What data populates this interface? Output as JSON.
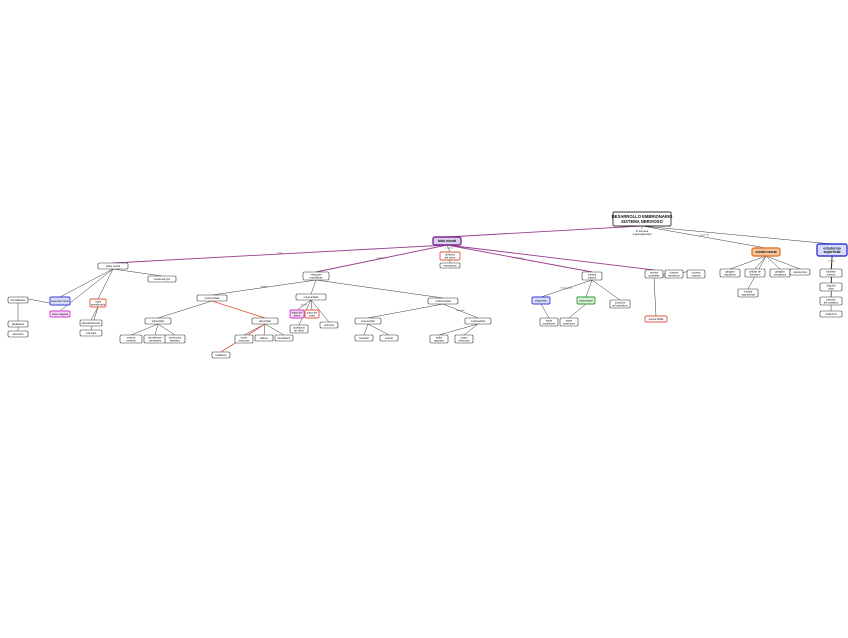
{
  "nodes": {
    "root": {
      "text": [
        "DESARROLLO EMBRIONARIO",
        "SISTEMA NERVIOSO"
      ]
    },
    "root_sub": {
      "text": [
        "3ª semana",
        "(organogénesis)"
      ]
    },
    "tubo": {
      "text": [
        "tubo neural"
      ],
      "accent": "#7a2a8f",
      "fill": "#dcd0f2"
    },
    "cresta": {
      "text": [
        "cresta neural"
      ],
      "accent": "#e07b39",
      "fill": "#f7c59b"
    },
    "ectodermo": {
      "text": [
        "ectodermo",
        "superficial"
      ],
      "accent": "#3a3ad0",
      "fill": "#d8dcff"
    },
    "defectos": {
      "text": [
        "defectos",
        "del cierre"
      ],
      "accent": "#e2583e",
      "fill": "#ffffff"
    },
    "neuroporos": {
      "text": [
        "neuroporos"
      ],
      "accent": "",
      "fill": "#ffffff"
    },
    "placa": {
      "text": [
        "placa neural"
      ],
      "accent": "",
      "fill": "#ffffff"
    },
    "sustancia_gris": {
      "text": [
        "sustancia gris"
      ],
      "accent": "",
      "fill": "#ffffff"
    },
    "manto": {
      "text": [
        "capa del manto"
      ],
      "accent": "#3a3ad0",
      "fill": "#d8dcff"
    },
    "marginal": {
      "text": [
        "capa marginal"
      ],
      "accent": "#d03ad0",
      "fill": "#f7d8f7"
    },
    "ependimaria": {
      "text": [
        "capa",
        "ependimaria"
      ],
      "accent": "#e2583e",
      "fill": "#ffffff"
    },
    "vesiculas": {
      "text": [
        "vesículas",
        "encefálicas"
      ],
      "accent": "",
      "fill": "#ffffff"
    },
    "prosencefalo": {
      "text": [
        "prosencéfalo"
      ],
      "accent": "",
      "fill": "#ffffff"
    },
    "mesencefalo": {
      "text": [
        "mesencéfalo"
      ],
      "accent": "",
      "fill": "#ffffff"
    },
    "rombencefalo": {
      "text": [
        "rombencéfalo"
      ],
      "accent": "",
      "fill": "#ffffff"
    },
    "telencefalo": {
      "text": [
        "telencéfalo"
      ],
      "accent": "",
      "fill": "#ffffff"
    },
    "diencefalo": {
      "text": [
        "diencéfalo"
      ],
      "accent": "",
      "fill": "#ffffff"
    },
    "metencefalo": {
      "text": [
        "metencéfalo"
      ],
      "accent": "",
      "fill": "#ffffff"
    },
    "mielencefalo": {
      "text": [
        "mielencéfalo"
      ],
      "accent": "",
      "fill": "#ffffff"
    },
    "medula": {
      "text": [
        "médula",
        "espinal"
      ],
      "accent": "",
      "fill": "#ffffff"
    },
    "placa_alar": {
      "text": [
        "placa alar"
      ],
      "accent": "#3a3ad0",
      "fill": "#d8dcff"
    },
    "placa_basal": {
      "text": [
        "placa basal"
      ],
      "accent": "#2e9a2e",
      "fill": "#d8f2d8"
    },
    "placa_techo": {
      "text": [
        "placa del",
        "techo"
      ],
      "accent": "#d03ad0",
      "fill": "#f7d8f7"
    },
    "placa_suelo": {
      "text": [
        "placa del",
        "suelo"
      ],
      "accent": "#e2583e",
      "fill": "#ffffff"
    },
    "ganglios": {
      "text": [
        "ganglios",
        "raquídeos"
      ],
      "accent": "",
      "fill": "#ffffff"
    },
    "cresta_deriv": {
      "text": [
        "células de",
        "Schwann"
      ],
      "accent": "",
      "fill": "#ffffff"
    },
    "simpaticos": {
      "text": [
        "ganglios",
        "simpáticos"
      ],
      "accent": "",
      "fill": "#ffffff"
    },
    "melanocitos": {
      "text": [
        "melanocitos"
      ],
      "accent": "",
      "fill": "#ffffff"
    },
    "medula_supra": {
      "text": [
        "médula",
        "suprarrenal"
      ],
      "accent": "",
      "fill": "#ffffff"
    },
    "hipofisis": {
      "text": [
        "hipófisis",
        "anterior"
      ],
      "accent": "",
      "fill": "#ffffff"
    },
    "oido": {
      "text": [
        "placoda",
        "ótica"
      ],
      "accent": "",
      "fill": "#ffffff"
    },
    "cristalino": {
      "text": [
        "placoda",
        "del cristalino"
      ],
      "accent": "",
      "fill": "#ffffff"
    },
    "epidermis": {
      "text": [
        "epidermis"
      ],
      "accent": "",
      "fill": "#ffffff"
    },
    "neuroblastos": {
      "text": [
        "neuroblastos"
      ],
      "accent": "",
      "fill": "#ffffff"
    },
    "glioblastos": {
      "text": [
        "glioblastos"
      ],
      "accent": "",
      "fill": "#ffffff"
    },
    "astrocitos": {
      "text": [
        "astrocitos"
      ],
      "accent": "",
      "fill": "#ffffff"
    },
    "oligodendro": {
      "text": [
        "oligodendrocitos"
      ],
      "accent": "",
      "fill": "#ffffff"
    },
    "microglia": {
      "text": [
        "microglía"
      ],
      "accent": "",
      "fill": "#ffffff"
    },
    "corteza": {
      "text": [
        "corteza",
        "cerebral"
      ],
      "accent": "",
      "fill": "#ffffff"
    },
    "hemisferios": {
      "text": [
        "hemisferios",
        "cerebrales"
      ],
      "accent": "",
      "fill": "#ffffff"
    },
    "ventriculos": {
      "text": [
        "ventrículos",
        "laterales"
      ],
      "accent": "",
      "fill": "#ffffff"
    },
    "tercer": {
      "text": [
        "tercer",
        "ventrículo"
      ],
      "accent": "",
      "fill": "#ffffff"
    },
    "talamo": {
      "text": [
        "tálamo"
      ],
      "accent": "",
      "fill": "#ffffff"
    },
    "hipotalamo": {
      "text": [
        "hipotálamo"
      ],
      "accent": "",
      "fill": "#ffffff"
    },
    "epitalamo": {
      "text": [
        "epitálamo"
      ],
      "accent": "",
      "fill": "#ffffff"
    },
    "acueducto": {
      "text": [
        "acueducto",
        "de Silvio"
      ],
      "accent": "",
      "fill": "#ffffff"
    },
    "coliculos": {
      "text": [
        "colículos"
      ],
      "accent": "",
      "fill": "#ffffff"
    },
    "cerebelo": {
      "text": [
        "cerebelo"
      ],
      "accent": "",
      "fill": "#ffffff"
    },
    "puente": {
      "text": [
        "puente"
      ],
      "accent": "",
      "fill": "#ffffff"
    },
    "bulbo": {
      "text": [
        "bulbo",
        "raquídeo"
      ],
      "accent": "",
      "fill": "#ffffff"
    },
    "cuarto": {
      "text": [
        "cuarto",
        "ventrículo"
      ],
      "accent": "",
      "fill": "#ffffff"
    },
    "astas_post": {
      "text": [
        "astas",
        "posteriores"
      ],
      "accent": "",
      "fill": "#ffffff"
    },
    "astas_ant": {
      "text": [
        "astas",
        "anteriores"
      ],
      "accent": "",
      "fill": "#ffffff"
    },
    "conducto": {
      "text": [
        "conducto",
        "del epéndimo"
      ],
      "accent": "",
      "fill": "#ffffff"
    },
    "nervios": {
      "text": [
        "nervios",
        "craneales"
      ],
      "accent": "",
      "fill": "#ffffff"
    },
    "nucleos_sens": {
      "text": [
        "núcleos",
        "sensitivos"
      ],
      "accent": "",
      "fill": "#ffffff"
    },
    "nucleos_mot": {
      "text": [
        "núcleos",
        "motores"
      ],
      "accent": "",
      "fill": "#ffffff"
    },
    "espina_bifida": {
      "text": [
        "espina bífida"
      ],
      "accent": "#e2583e",
      "fill": "#ffffff"
    },
    "anencefalia": {
      "text": [
        "anencefalia"
      ],
      "accent": "#e2583e",
      "fill": "#ffffff"
    }
  },
  "edge_labels": [
    "forma",
    "se divide en",
    "origina",
    "da lugar a",
    "a partir de",
    "deriva",
    "formada por",
    "contiene",
    "se cierra",
    "incluye"
  ]
}
